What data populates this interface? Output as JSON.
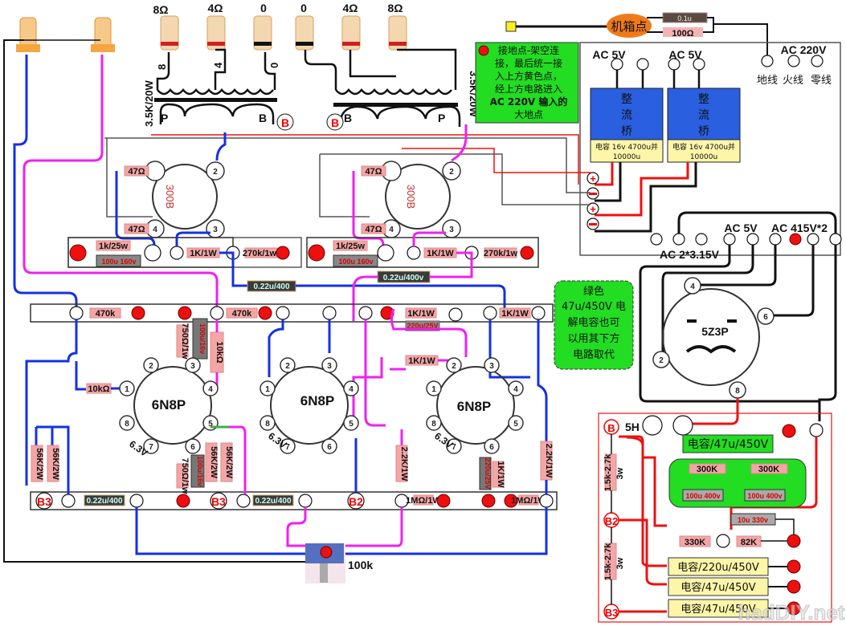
{
  "speaker_terminals": {
    "left": [
      "8Ω",
      "4Ω",
      "0"
    ],
    "right": [
      "0",
      "4Ω",
      "8Ω"
    ]
  },
  "output_transformers": {
    "rating": "3.5K/20W",
    "secondary_taps_left": [
      "8",
      "4",
      "0"
    ],
    "primary_left": [
      "P",
      "B"
    ],
    "primary_right": [
      "B",
      "P"
    ],
    "b_label": "B"
  },
  "chassis_ground": {
    "label": "机箱点",
    "capacitor": "0.1u",
    "resistor": "100Ω"
  },
  "ground_note": {
    "text": [
      "接地点-架空连",
      "接，最后统一接",
      "入上方黄色点，",
      "经上方电路进入",
      "AC 220V 输入的",
      "大地点"
    ],
    "highlight": "AC 220V"
  },
  "power_transformer": {
    "ac5v_a": "AC 5V",
    "ac5v_b": "AC 5V",
    "ac220": "AC 220V",
    "mains_labels": [
      "地线",
      "火线",
      "零线"
    ],
    "rectifier_label": [
      "整",
      "流",
      "桥"
    ],
    "filter_cap": [
      "电容 16v 4700u并",
      "10000u"
    ],
    "ac_filament": "AC 2*3.15V",
    "ac5v_rect": "AC 5V",
    "ac_hv": "AC 415V*2"
  },
  "output_tubes": [
    {
      "type": "300B",
      "pins": [
        "2",
        "3",
        "4"
      ],
      "grid_r": "47Ω",
      "filament_r": "47Ω",
      "cathode_r": "1k/25w",
      "cathode_cap": "100u 160v",
      "grid_stop": "1K/1W",
      "grid_leak": "270k/1w"
    },
    {
      "type": "300B",
      "pins": [
        "2",
        "3",
        "4"
      ],
      "grid_r": "47Ω",
      "filament_r": "47Ω",
      "cathode_r": "1k/25w",
      "cathode_cap": "100u 160v",
      "grid_stop": "1K/1W",
      "grid_leak": "270k/1w"
    }
  ],
  "coupling_caps": [
    "0.22u/400",
    "0.22u/400v"
  ],
  "driver_board": {
    "plate_r_left": "470k",
    "plate_r_mid": "470k",
    "r_1k_a": "1K/1W",
    "r_1k_b": "1K/1W",
    "cap_220u": "220u/25V",
    "cathode_r": "750Ω/1w",
    "cathode_cap": "100u/16v",
    "load_r": "10kΩ",
    "grid_r": "10kΩ",
    "r_1k_c": "1K/1W"
  },
  "driver_tubes": [
    {
      "type": "6N8P",
      "heater": "6.3V"
    },
    {
      "type": "6N8P",
      "heater": "6.3V"
    },
    {
      "type": "6N8P",
      "heater": "6.3V"
    }
  ],
  "input_board": {
    "b3_label": "B3",
    "b2_label": "B2",
    "r56k": "56K/2W",
    "cap_in": "0.22u/400",
    "cathode_r2": "750Ω/1w",
    "cathode_cap2": "100u/16v",
    "r22k": "2.2K/1W",
    "grid_leak": "1MΩ/1W",
    "cap_220u_b": "220u/25V",
    "r_1k": "1K/1W"
  },
  "volume_pot": {
    "label": "100k"
  },
  "rectifier_tube": {
    "type": "5Z3P",
    "pins": [
      "4",
      "6",
      "2",
      "8"
    ]
  },
  "green_note": {
    "text": [
      "绿色",
      "47u/450V 电",
      "解电容也可",
      "以用其下方",
      "电路取代"
    ]
  },
  "power_supply": {
    "choke": "5H",
    "b": "B",
    "b2": "B2",
    "b3": "B3",
    "main_cap": "电容/47u/450V",
    "series_r": "300K",
    "series_cap": "100u 400v",
    "cap_10u": "10u 330v",
    "r330k": "330K",
    "r82k": "82K",
    "dropper": "1.5k-2.7k",
    "dropper_w": "3w",
    "cap_220u": "电容/220u/450V",
    "cap_47u_b2": "电容/47u/450V",
    "cap_47u_b3": "电容/47u/450V"
  },
  "watermark": "hadDIY.net",
  "colors": {
    "ground": "#ee0f0f",
    "blue_wire": "#1430e6",
    "magenta_wire": "#f020f0",
    "note_green": "#22dd22",
    "rectifier_blue": "#2a5fe0",
    "cap_yellow": "#fdf6a8"
  }
}
